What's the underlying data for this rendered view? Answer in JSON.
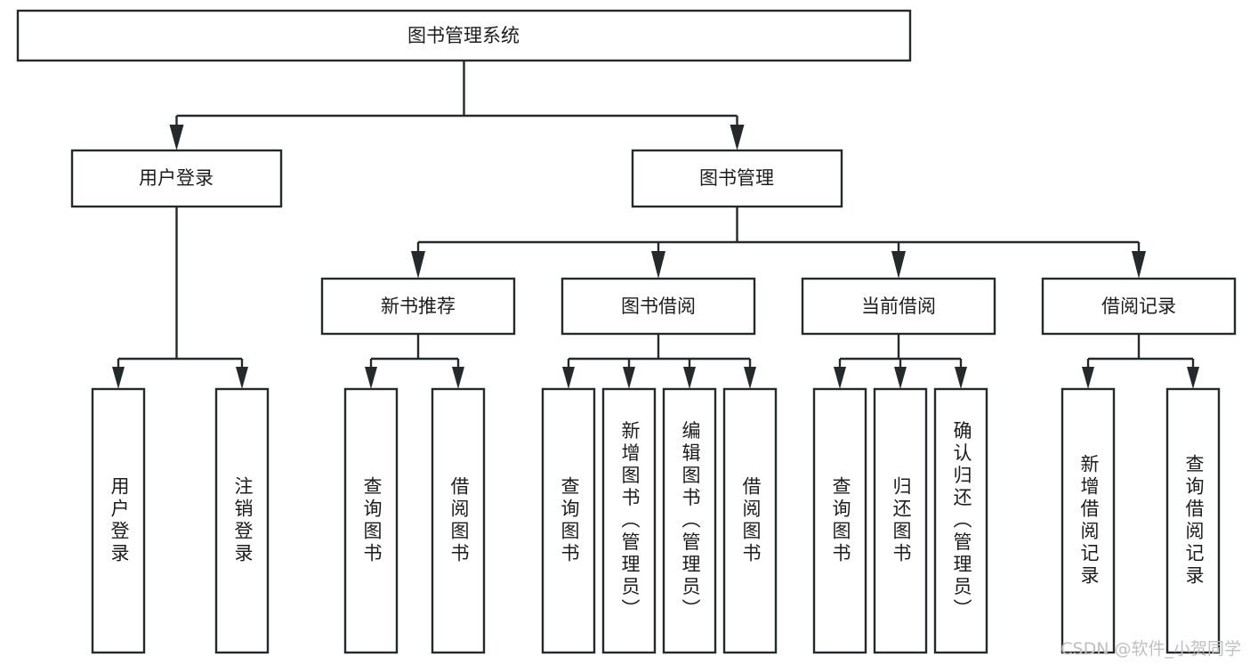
{
  "diagram": {
    "title": "图书管理系统",
    "type": "tree-hierarchy",
    "watermark": "CSDN @软件_小贺同学",
    "colors": {
      "box_stroke": "#24292b",
      "box_fill": "#ffffff",
      "text": "#1c1c1c",
      "connector": "#24292b",
      "background": "#ffffff",
      "watermark": "#bfbfbf"
    },
    "levels": {
      "root": {
        "label": "图书管理系统"
      },
      "level2": [
        {
          "id": "user-login",
          "label": "用户登录"
        },
        {
          "id": "book-management",
          "label": "图书管理"
        }
      ],
      "level3": [
        {
          "id": "new-book-recommend",
          "label": "新书推荐",
          "parent": "book-management"
        },
        {
          "id": "book-borrow",
          "label": "图书借阅",
          "parent": "book-management"
        },
        {
          "id": "current-borrow",
          "label": "当前借阅",
          "parent": "book-management"
        },
        {
          "id": "borrow-record",
          "label": "借阅记录",
          "parent": "book-management"
        }
      ],
      "leaves": {
        "user-login": [
          {
            "id": "leaf-user-login",
            "label": "用户登录"
          },
          {
            "id": "leaf-logout-login",
            "label": "注销登录"
          }
        ],
        "new-book-recommend": [
          {
            "id": "leaf-query-book-1",
            "label": "查询图书"
          },
          {
            "id": "leaf-borrow-book-1",
            "label": "借阅图书"
          }
        ],
        "book-borrow": [
          {
            "id": "leaf-query-book-2",
            "label": "查询图书"
          },
          {
            "id": "leaf-add-book",
            "label": "新增图书（管理员）"
          },
          {
            "id": "leaf-edit-book",
            "label": "编辑图书（管理员）"
          },
          {
            "id": "leaf-borrow-book-2",
            "label": "借阅图书"
          }
        ],
        "current-borrow": [
          {
            "id": "leaf-query-book-3",
            "label": "查询图书"
          },
          {
            "id": "leaf-return-book",
            "label": "归还图书"
          },
          {
            "id": "leaf-confirm-return",
            "label": "确认归还（管理员）"
          }
        ],
        "borrow-record": [
          {
            "id": "leaf-add-record",
            "label": "新增借阅记录"
          },
          {
            "id": "leaf-query-record",
            "label": "查询借阅记录"
          }
        ]
      }
    }
  }
}
